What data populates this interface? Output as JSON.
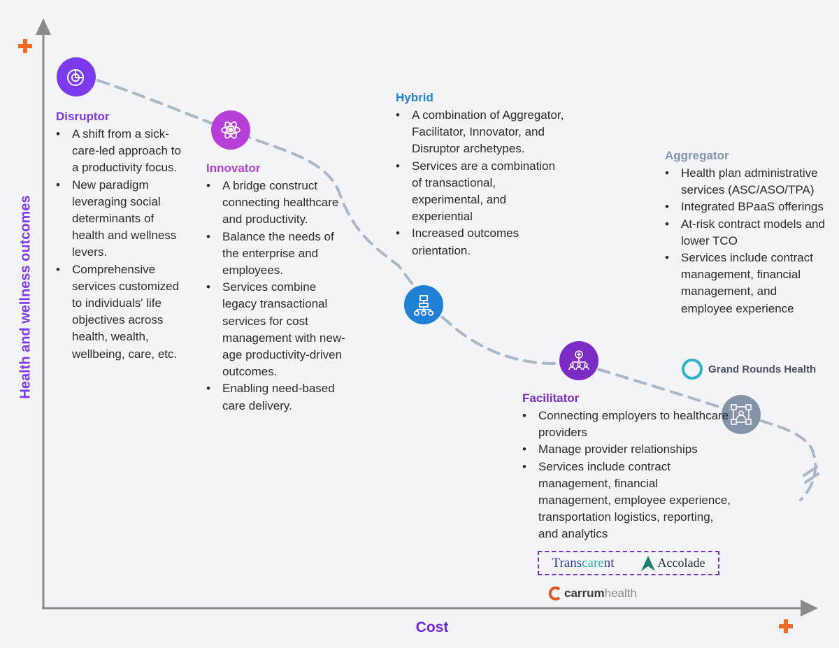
{
  "axes": {
    "y_label": "Health and wellness outcomes",
    "x_label": "Cost"
  },
  "colors": {
    "disruptor": "#7c3aed",
    "innovator": "#b53fd6",
    "hybrid": "#1f80d6",
    "facilitator": "#7b2cc4",
    "aggregator": "#8593a9",
    "plus": "#f26b21",
    "curve": "#a9b7c6"
  },
  "archetypes": {
    "disruptor": {
      "title": "Disruptor",
      "icon": "pie-chart-icon",
      "bullets": [
        "A shift from a sick-care-led approach to a productivity focus.",
        "New paradigm leveraging social determinants of health and wellness levers.",
        "Comprehensive services customized to individuals' life objectives across health, wealth, wellbeing, care, etc."
      ]
    },
    "innovator": {
      "title": "Innovator",
      "icon": "atom-icon",
      "bullets": [
        "A bridge construct connecting healthcare and productivity.",
        "Balance the needs of the enterprise and employees.",
        "Services combine legacy transactional services for cost management with new-age productivity-driven outcomes.",
        "Enabling need-based care delivery."
      ]
    },
    "hybrid": {
      "title": "Hybrid",
      "icon": "hierarchy-icon",
      "bullets": [
        "A combination of Aggregator, Facilitator, Innovator, and Disruptor archetypes.",
        "Services are a combination of transactional, experimental, and experiential",
        "Increased outcomes orientation."
      ]
    },
    "facilitator": {
      "title": "Facilitator",
      "icon": "network-people-icon",
      "bullets": [
        "Connecting employers to healthcare providers",
        "Manage provider relationships",
        "Services include contract management, financial management, employee experience, transportation logistics, reporting, and analytics"
      ],
      "logos": [
        "Trans",
        "care",
        "nt",
        "Accolade",
        "carrum",
        "health"
      ]
    },
    "aggregator": {
      "title": "Aggregator",
      "icon": "connected-users-icon",
      "bullets": [
        "Health plan administrative services (ASC/ASO/TPA)",
        "Integrated BPaaS offerings",
        "At-risk contract models and lower TCO",
        "Services include contract management, financial management, and employee experience"
      ],
      "logo": "Grand Rounds Health"
    }
  }
}
